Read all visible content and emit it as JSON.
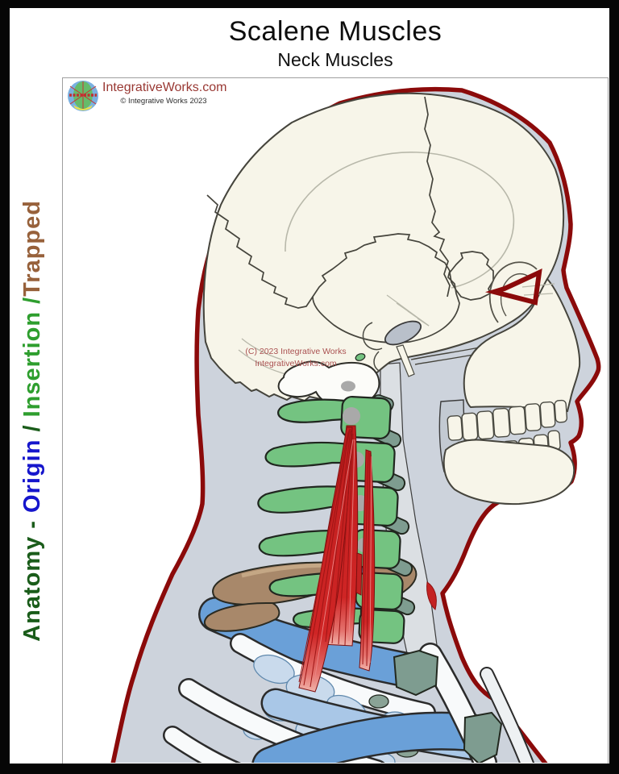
{
  "header": {
    "title": "Scalene Muscles",
    "subtitle": "Neck Muscles"
  },
  "branding": {
    "site": "IntegrativeWorks.com",
    "copyright": "© Integrative Works 2023",
    "logo_icon": "globe-web-icon"
  },
  "watermark": {
    "line1": "(C) 2023 Integrative Works",
    "line2": "IntegrativeWorks.com"
  },
  "side_label": {
    "full_text": "Anatomy - Origin / Insertion /Trapped",
    "segments": [
      {
        "text": "Anatomy",
        "color": "#1a5c1a"
      },
      {
        "text": " - ",
        "color": "#1a5c1a"
      },
      {
        "text": "Origin",
        "color": "#1616cc"
      },
      {
        "text": " / ",
        "color": "#1a5c1a"
      },
      {
        "text": "Insertion",
        "color": "#2e9e2e"
      },
      {
        "text": " /",
        "color": "#2e9e2e"
      },
      {
        "text": "Trapped",
        "color": "#97613b"
      }
    ]
  },
  "palette": {
    "frame": "#060606",
    "background": "#ffffff",
    "silhouette_gray": "#cdd3dc",
    "body_outline_red": "#8b0a0a",
    "bone_ivory": "#f7f5e9",
    "vertebrae_green": "#74c381",
    "muscle_red": "#cf2323",
    "rib_blue": "#6aa0d8",
    "rib_light_blue": "#a9c7e7",
    "cartilage_sage": "#7e9c90",
    "bone_brown": "#a8886a",
    "eye_marker_red": "#8b0a0a"
  }
}
